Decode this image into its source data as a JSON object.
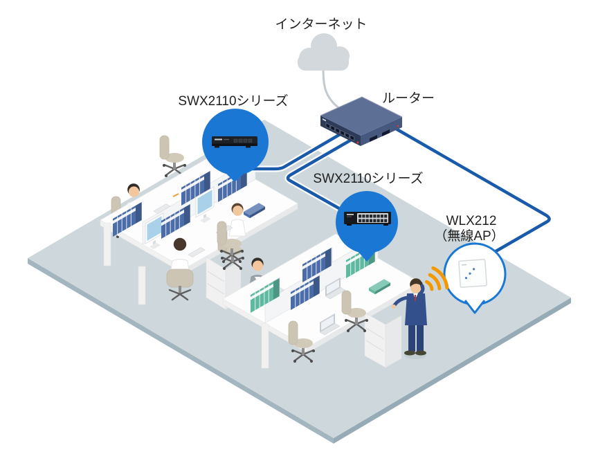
{
  "diagram": {
    "type": "network-topology-illustration",
    "labels": {
      "internet": "インターネット",
      "router": "ルーター",
      "switch_left": "SWX2110シリーズ",
      "switch_center": "SWX2110シリーズ",
      "ap_model": "WLX212",
      "ap_type": "（無線AP）"
    },
    "devices": [
      {
        "name": "internet-cloud",
        "label": "インターネット"
      },
      {
        "name": "router",
        "label": "ルーター"
      },
      {
        "name": "switch-swx2110-left",
        "label": "SWX2110シリーズ"
      },
      {
        "name": "switch-swx2110-center",
        "label": "SWX2110シリーズ"
      },
      {
        "name": "wireless-ap-wlx212",
        "label": "WLX212（無線AP）"
      }
    ],
    "colors": {
      "callout_blue": "#1a78d4",
      "cable_blue": "#1a5aab",
      "cable_casing": "#ffffff",
      "wifi_orange": "#f39800",
      "floor_top": "#ced8dc",
      "floor_side_left": "#a3b6bf",
      "floor_side_right": "#96abb6",
      "router_top": "#5d6f95",
      "router_front": "#2e3b58",
      "router_side": "#46587e",
      "binder_blue": "#4a6ca8",
      "binder_teal": "#5fb8a0",
      "monitor_screen": "#a9d2ea",
      "suit_navy": "#34508c",
      "suit_gray": "#9aa2ab",
      "label_text": "#1f1f1f",
      "cloud_gray": "#d2d8dc"
    },
    "icons": {
      "cloud": "cloud-icon",
      "wifi": "wifi-waves-icon",
      "router": "router-3d-icon",
      "switch8": "switch-8port-icon",
      "switch16": "switch-16port-icon",
      "ap": "wireless-ap-square-icon"
    }
  }
}
